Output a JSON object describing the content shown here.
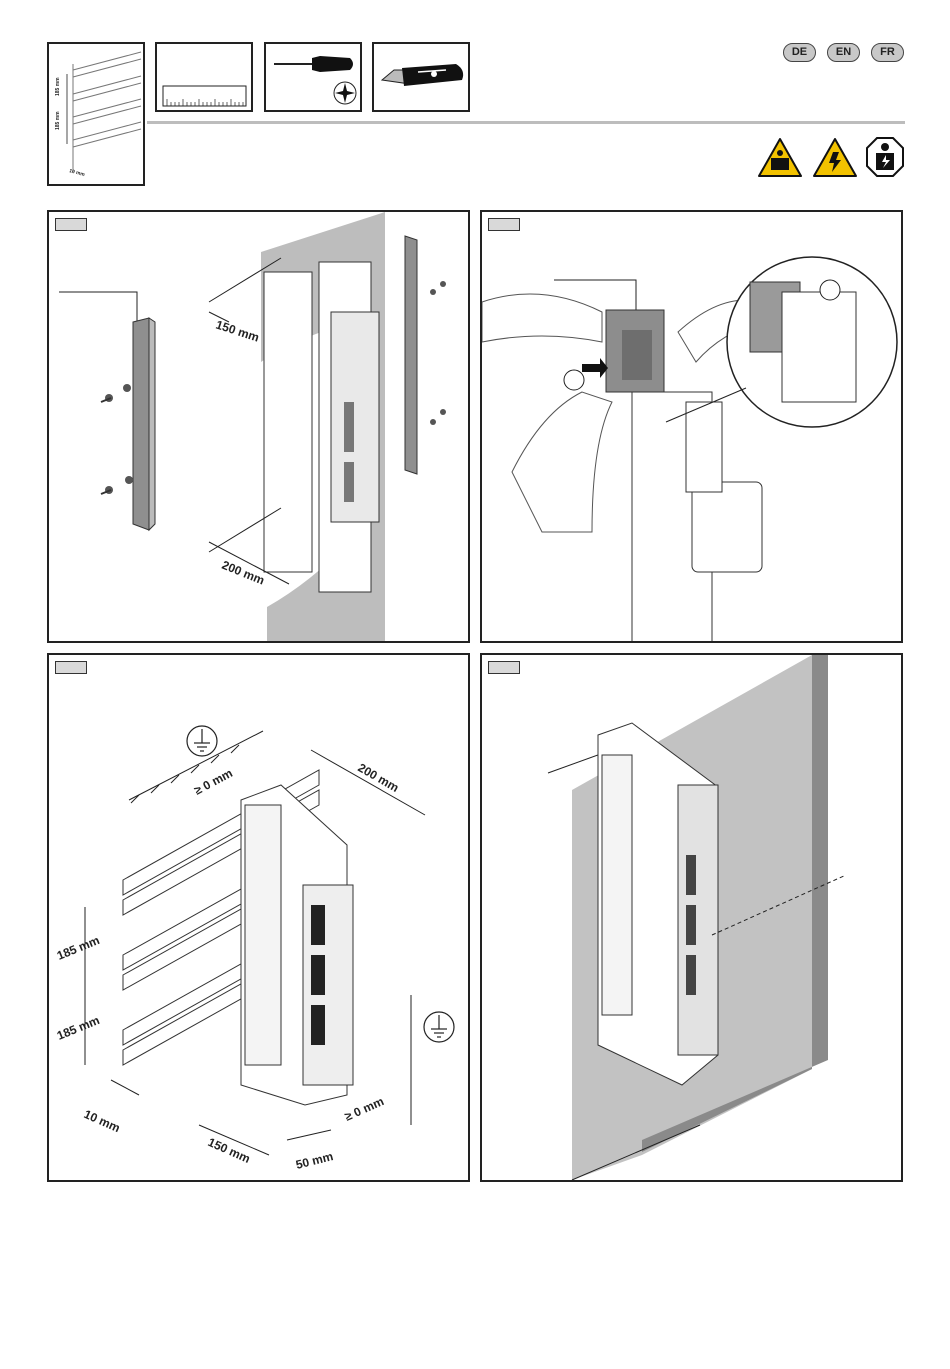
{
  "languages": [
    "DE",
    "EN",
    "FR"
  ],
  "tools": {
    "mounting_rails": {
      "dim_a": "185 mm",
      "dim_b": "185 mm",
      "dim_c": "10 mm"
    },
    "ruler": "ruler-icon",
    "screwdriver": "phillips-screwdriver-icon",
    "knife": "utility-knife-icon"
  },
  "warnings": [
    "crush-hazard-icon",
    "electrical-hazard-icon",
    "qualified-electrician-icon"
  ],
  "panels": {
    "step1": {
      "dim_top": "150 mm",
      "dim_bottom": "200 mm"
    },
    "step2": {},
    "step3": {
      "dim_top": "200 mm",
      "clear_top": "≥ 0 mm",
      "clear_right": "≥ 0 mm",
      "rail_a": "185 mm",
      "rail_b": "185 mm",
      "rail_c": "10 mm",
      "dim_bottom_a": "150 mm",
      "dim_bottom_b": "50 mm"
    },
    "step4": {}
  },
  "colors": {
    "border": "#222222",
    "wall_grey": "#bdbdbd",
    "light_grey": "#e6e6e6",
    "warning_yellow": "#f2c200"
  }
}
